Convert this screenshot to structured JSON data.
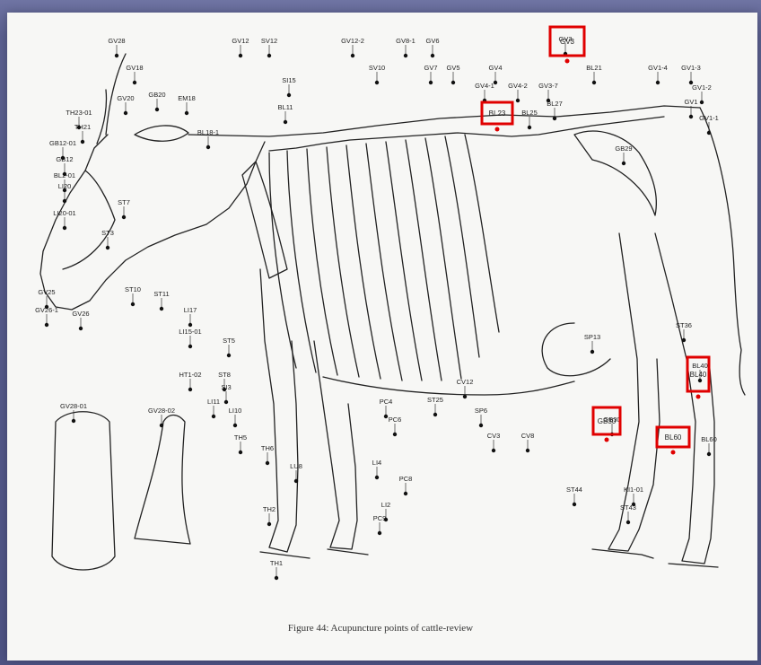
{
  "caption": "Figure 44: Acupuncture points of cattle-review",
  "highlight_color": "#e00000",
  "highlighted_points": [
    "GV3",
    "BL23",
    "BL40",
    "GB30",
    "BL60"
  ],
  "labels": [
    "GV28",
    "GV18",
    "GV20",
    "GB20",
    "EM18",
    "GV12",
    "SV12",
    "BL18-1",
    "BL11",
    "SI15",
    "GV12-2",
    "SV10",
    "GV8-1",
    "GV6",
    "GV5",
    "GV4",
    "GV7",
    "GV4-1",
    "GV4-2",
    "GV3-7",
    "GV3",
    "BL21",
    "BL25",
    "BL27",
    "GV1-4",
    "GV1-3",
    "GV1-2",
    "GV1",
    "GV1-1",
    "GB29",
    "TH23-01",
    "TH21",
    "GB12-01",
    "GB12",
    "BL2-01",
    "ST7",
    "ST3",
    "LI20",
    "LI20-01",
    "GV25",
    "GV26",
    "GV26-1",
    "ST10",
    "ST11",
    "LI17",
    "LI15-01",
    "ST5",
    "ST8",
    "LI11",
    "HT1-02",
    "SI3",
    "LI10",
    "TH5",
    "TH6",
    "LU8",
    "LI4",
    "PC4",
    "PC6",
    "PC8",
    "PC9",
    "TH2",
    "TH1",
    "LI2",
    "ST25",
    "SP6",
    "CV12",
    "SP13",
    "ST36",
    "CV3",
    "CV8",
    "ST44",
    "KI1-01",
    "ST43",
    "BL60",
    "BL40",
    "GB30",
    "GV28-01",
    "GV28-02"
  ],
  "legend_glyphs": {
    "pig_head": "snout-view",
    "tail": "tail-view"
  }
}
